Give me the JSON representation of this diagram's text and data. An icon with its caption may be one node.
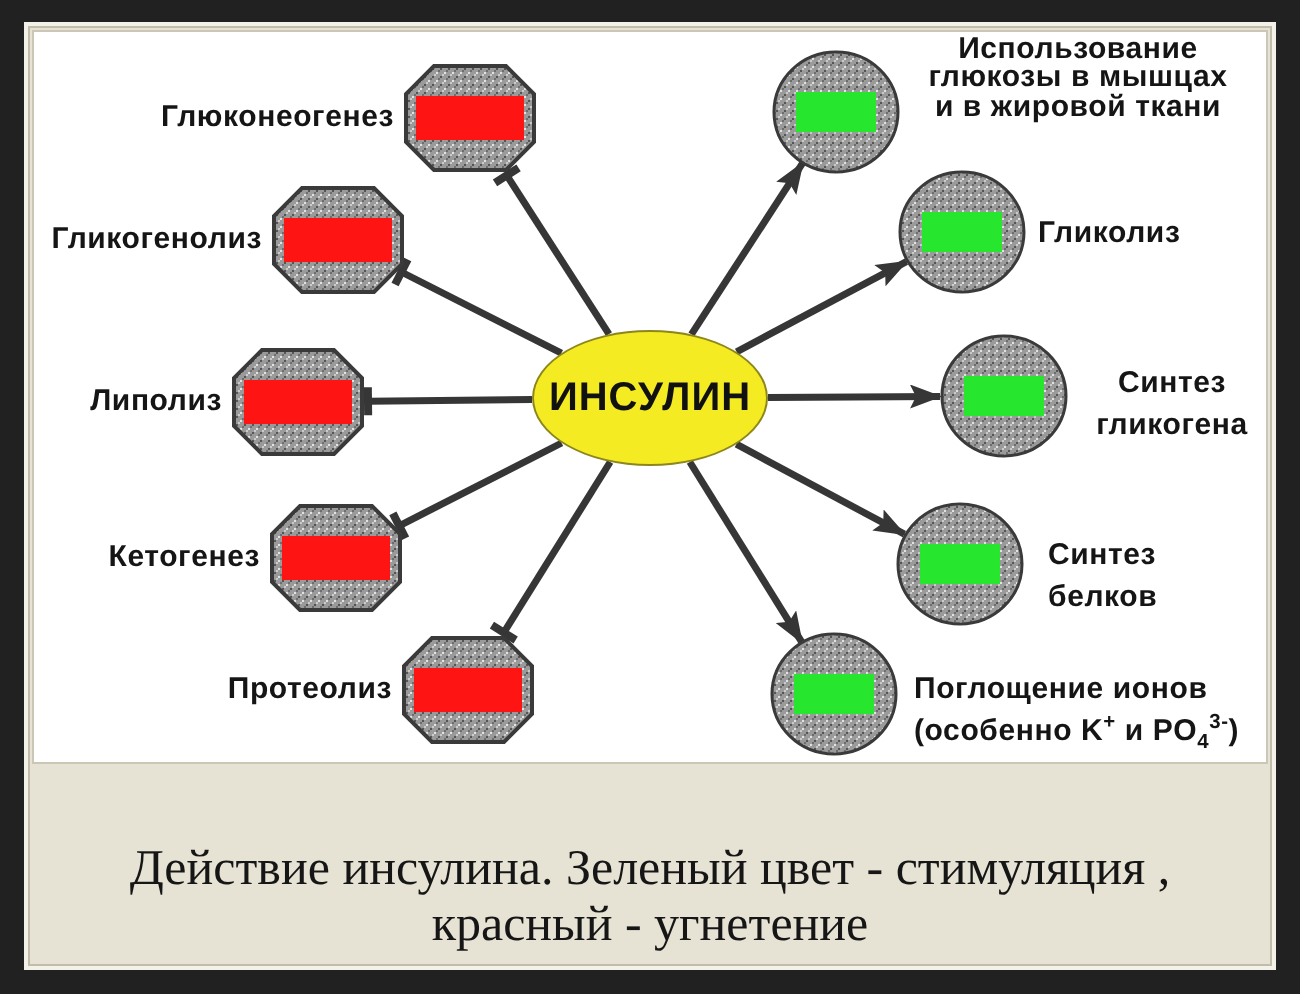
{
  "diagram": {
    "caption": "Действие инсулина. Зеленый цвет - стимуляция , красный - угнетение",
    "nodes": [
      {
        "text": [
          "ИНСУЛИН"
        ]
      },
      {
        "text": [
          "Глюконеогенез"
        ]
      },
      {
        "text": [
          "Гликогенолиз"
        ]
      },
      {
        "text": [
          "Липолиз"
        ]
      },
      {
        "text": [
          "Кетогенез"
        ]
      },
      {
        "text": [
          "Протеолиз"
        ]
      },
      {
        "text": [
          "Использование глюкозы в мышцах и в жировой ткани"
        ]
      },
      {
        "text": [
          "Гликолиз"
        ]
      },
      {
        "text": [
          "Синтез гликогена"
        ]
      },
      {
        "text": [
          "Синтез белков"
        ]
      },
      {
        "text": [
          "Поглощение ионов (особенно K$^{+}$ и PO$_{4}$$^{3-}$)"
        ]
      }
    ],
    "edges": [
      {
        "from": 0,
        "to": 1,
        "arrow": "other"
      },
      {
        "from": 0,
        "to": 2,
        "arrow": "other"
      },
      {
        "from": 0,
        "to": 3,
        "arrow": "other"
      },
      {
        "from": 0,
        "to": 4,
        "arrow": "other"
      },
      {
        "from": 0,
        "to": 5,
        "arrow": "other"
      },
      {
        "from": 0,
        "to": 6,
        "arrow": "to"
      },
      {
        "from": 0,
        "to": 7,
        "arrow": "to"
      },
      {
        "from": 0,
        "to": 8,
        "arrow": "to"
      },
      {
        "from": 0,
        "to": 9,
        "arrow": "to"
      },
      {
        "from": 0,
        "to": 10,
        "arrow": "to"
      }
    ]
  }
}
